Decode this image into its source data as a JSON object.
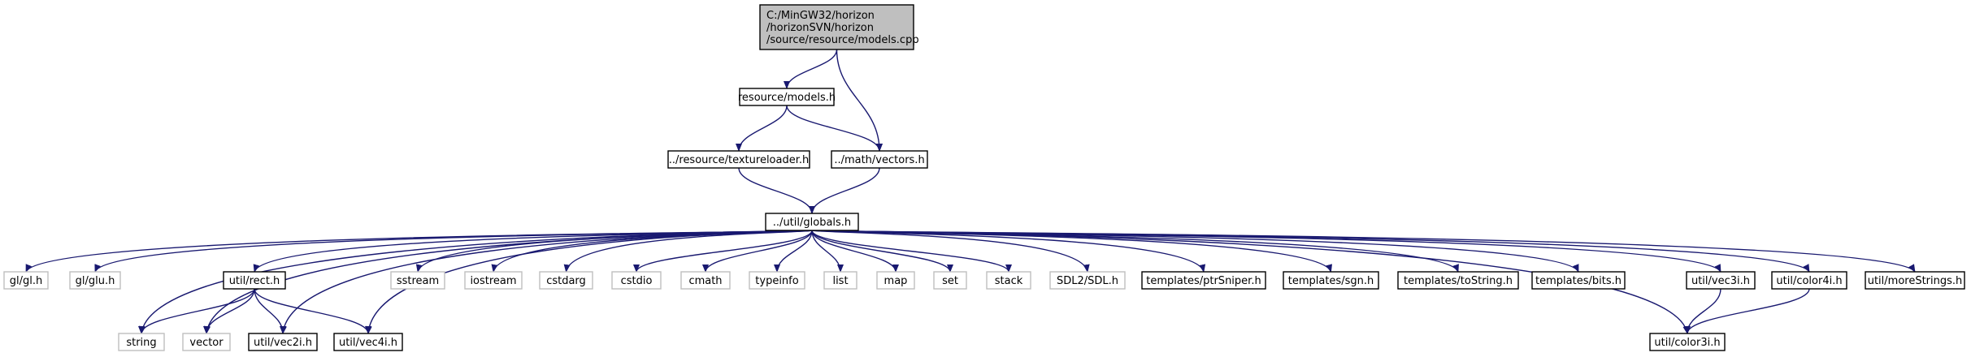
{
  "colors": {
    "edge": "#191970",
    "root_fill": "#bfbfbf",
    "root_border": "#000000",
    "node_border": "#000000",
    "ext_border": "#bfbfbf",
    "ext_text": "#000000"
  },
  "nodes": [
    {
      "id": "models_cpp",
      "lines": [
        "C:/MinGW32/horizon",
        "/horizonSVN/horizon",
        "/source/resource/models.cpp"
      ],
      "kind": "root"
    },
    {
      "id": "models_h",
      "lines": [
        "resource/models.h"
      ],
      "kind": "doc"
    },
    {
      "id": "textureloader_h",
      "lines": [
        "../resource/textureloader.h"
      ],
      "kind": "doc"
    },
    {
      "id": "vectors_h",
      "lines": [
        "../math/vectors.h"
      ],
      "kind": "doc"
    },
    {
      "id": "globals_h",
      "lines": [
        "../util/globals.h"
      ],
      "kind": "doc"
    },
    {
      "id": "gl_gl_h",
      "lines": [
        "gl/gl.h"
      ],
      "kind": "ext"
    },
    {
      "id": "gl_glu_h",
      "lines": [
        "gl/glu.h"
      ],
      "kind": "ext"
    },
    {
      "id": "rect_h",
      "lines": [
        "util/rect.h"
      ],
      "kind": "doc"
    },
    {
      "id": "sstream",
      "lines": [
        "sstream"
      ],
      "kind": "ext"
    },
    {
      "id": "iostream",
      "lines": [
        "iostream"
      ],
      "kind": "ext"
    },
    {
      "id": "cstdarg",
      "lines": [
        "cstdarg"
      ],
      "kind": "ext"
    },
    {
      "id": "cstdio",
      "lines": [
        "cstdio"
      ],
      "kind": "ext"
    },
    {
      "id": "cmath",
      "lines": [
        "cmath"
      ],
      "kind": "ext"
    },
    {
      "id": "typeinfo",
      "lines": [
        "typeinfo"
      ],
      "kind": "ext"
    },
    {
      "id": "list",
      "lines": [
        "list"
      ],
      "kind": "ext"
    },
    {
      "id": "map",
      "lines": [
        "map"
      ],
      "kind": "ext"
    },
    {
      "id": "set",
      "lines": [
        "set"
      ],
      "kind": "ext"
    },
    {
      "id": "stack",
      "lines": [
        "stack"
      ],
      "kind": "ext"
    },
    {
      "id": "sdl_h",
      "lines": [
        "SDL2/SDL.h"
      ],
      "kind": "ext"
    },
    {
      "id": "ptrsniper_h",
      "lines": [
        "templates/ptrSniper.h"
      ],
      "kind": "doc"
    },
    {
      "id": "sgn_h",
      "lines": [
        "templates/sgn.h"
      ],
      "kind": "doc"
    },
    {
      "id": "tostring_h",
      "lines": [
        "templates/toString.h"
      ],
      "kind": "doc"
    },
    {
      "id": "bits_h",
      "lines": [
        "templates/bits.h"
      ],
      "kind": "doc"
    },
    {
      "id": "vec3i_h",
      "lines": [
        "util/vec3i.h"
      ],
      "kind": "doc"
    },
    {
      "id": "color4i_h",
      "lines": [
        "util/color4i.h"
      ],
      "kind": "doc"
    },
    {
      "id": "morestrings_h",
      "lines": [
        "util/moreStrings.h"
      ],
      "kind": "doc"
    },
    {
      "id": "string",
      "lines": [
        "string"
      ],
      "kind": "ext"
    },
    {
      "id": "vector",
      "lines": [
        "vector"
      ],
      "kind": "ext"
    },
    {
      "id": "vec2i_h",
      "lines": [
        "util/vec2i.h"
      ],
      "kind": "doc"
    },
    {
      "id": "vec4i_h",
      "lines": [
        "util/vec4i.h"
      ],
      "kind": "doc"
    },
    {
      "id": "color3i_h",
      "lines": [
        "util/color3i.h"
      ],
      "kind": "doc"
    }
  ],
  "edges": [
    {
      "from": "models_cpp",
      "to": "models_h"
    },
    {
      "from": "models_cpp",
      "to": "vectors_h"
    },
    {
      "from": "models_h",
      "to": "textureloader_h"
    },
    {
      "from": "models_h",
      "to": "vectors_h"
    },
    {
      "from": "textureloader_h",
      "to": "globals_h"
    },
    {
      "from": "vectors_h",
      "to": "globals_h"
    },
    {
      "from": "globals_h",
      "to": "gl_gl_h"
    },
    {
      "from": "globals_h",
      "to": "gl_glu_h"
    },
    {
      "from": "globals_h",
      "to": "rect_h"
    },
    {
      "from": "globals_h",
      "to": "sstream"
    },
    {
      "from": "globals_h",
      "to": "iostream"
    },
    {
      "from": "globals_h",
      "to": "cstdarg"
    },
    {
      "from": "globals_h",
      "to": "cstdio"
    },
    {
      "from": "globals_h",
      "to": "cmath"
    },
    {
      "from": "globals_h",
      "to": "typeinfo"
    },
    {
      "from": "globals_h",
      "to": "list"
    },
    {
      "from": "globals_h",
      "to": "map"
    },
    {
      "from": "globals_h",
      "to": "set"
    },
    {
      "from": "globals_h",
      "to": "stack"
    },
    {
      "from": "globals_h",
      "to": "sdl_h"
    },
    {
      "from": "globals_h",
      "to": "ptrsniper_h"
    },
    {
      "from": "globals_h",
      "to": "sgn_h"
    },
    {
      "from": "globals_h",
      "to": "tostring_h"
    },
    {
      "from": "globals_h",
      "to": "bits_h"
    },
    {
      "from": "globals_h",
      "to": "vec3i_h"
    },
    {
      "from": "globals_h",
      "to": "color4i_h"
    },
    {
      "from": "globals_h",
      "to": "morestrings_h"
    },
    {
      "from": "globals_h",
      "to": "string"
    },
    {
      "from": "globals_h",
      "to": "vector"
    },
    {
      "from": "globals_h",
      "to": "vec2i_h"
    },
    {
      "from": "globals_h",
      "to": "vec4i_h"
    },
    {
      "from": "globals_h",
      "to": "color3i_h"
    },
    {
      "from": "rect_h",
      "to": "string"
    },
    {
      "from": "rect_h",
      "to": "vector"
    },
    {
      "from": "rect_h",
      "to": "vec2i_h"
    },
    {
      "from": "rect_h",
      "to": "vec4i_h"
    },
    {
      "from": "vec3i_h",
      "to": "color3i_h"
    },
    {
      "from": "color4i_h",
      "to": "color3i_h"
    }
  ]
}
